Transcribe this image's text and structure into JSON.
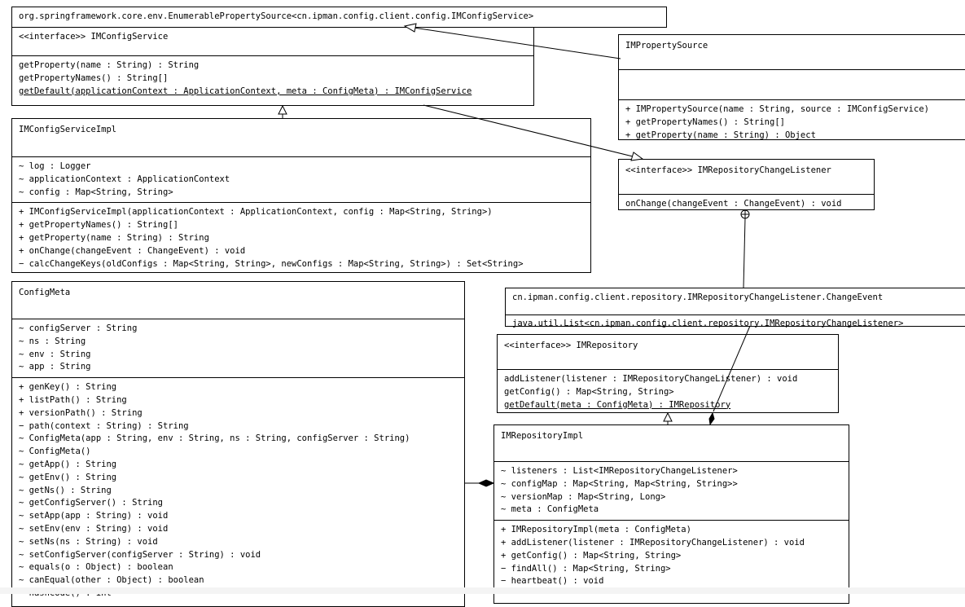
{
  "classes": {
    "enumerable": {
      "title": "org.springframework.core.env.EnumerablePropertySource<cn.ipman.config.client.config.IMConfigService>"
    },
    "imConfigService": {
      "title": "<<interface>> IMConfigService",
      "methods": [
        "getProperty(name : String) : String",
        "getPropertyNames() : String[]",
        "getDefault(applicationContext : ApplicationContext, meta : ConfigMeta) : IMConfigService"
      ]
    },
    "imPropertySource": {
      "title": "IMPropertySource",
      "methods": [
        "+ IMPropertySource(name : String, source : IMConfigService)",
        "+ getPropertyNames() : String[]",
        "+ getProperty(name : String) : Object"
      ]
    },
    "imConfigServiceImpl": {
      "title": "IMConfigServiceImpl",
      "fields": [
        "~ log : Logger",
        "~ applicationContext : ApplicationContext",
        "~ config : Map<String, String>"
      ],
      "methods": [
        "+ IMConfigServiceImpl(applicationContext : ApplicationContext, config : Map<String, String>)",
        "+ getPropertyNames() : String[]",
        "+ getProperty(name : String) : String",
        "+ onChange(changeEvent : ChangeEvent) : void",
        "− calcChangeKeys(oldConfigs : Map<String, String>, newConfigs : Map<String, String>) : Set<String>"
      ]
    },
    "changeListener": {
      "title": "<<interface>> IMRepositoryChangeListener",
      "methods": [
        "onChange(changeEvent : ChangeEvent) : void"
      ]
    },
    "changeEvent": {
      "title": "cn.ipman.config.client.repository.IMRepositoryChangeListener.ChangeEvent",
      "fields": [
        "java.util.List<cn.ipman.config.client.repository.IMRepositoryChangeListener>"
      ]
    },
    "configMeta": {
      "title": "ConfigMeta",
      "fields": [
        "~ configServer : String",
        "~ ns : String",
        "~ env : String",
        "~ app : String"
      ],
      "methods": [
        "+ genKey() : String",
        "+ listPath() : String",
        "+ versionPath() : String",
        "− path(context : String) : String",
        "~ ConfigMeta(app : String, env : String, ns : String, configServer : String)",
        "~ ConfigMeta()",
        "~ getApp() : String",
        "~ getEnv() : String",
        "~ getNs() : String",
        "~ getConfigServer() : String",
        "~ setApp(app : String) : void",
        "~ setEnv(env : String) : void",
        "~ setNs(ns : String) : void",
        "~ setConfigServer(configServer : String) : void",
        "~ equals(o : Object) : boolean",
        "~ canEqual(other : Object) : boolean",
        "~ hashCode() : int"
      ]
    },
    "imRepository": {
      "title": "<<interface>> IMRepository",
      "methods": [
        "addListener(listener : IMRepositoryChangeListener) : void",
        "getConfig() : Map<String, String>",
        "getDefault(meta : ConfigMeta) : IMRepository"
      ]
    },
    "imRepositoryImpl": {
      "title": "IMRepositoryImpl",
      "fields": [
        "~ listeners : List<IMRepositoryChangeListener>",
        "~ configMap : Map<String, Map<String, String>>",
        "~ versionMap : Map<String, Long>",
        "~ meta : ConfigMeta"
      ],
      "methods": [
        "+ IMRepositoryImpl(meta : ConfigMeta)",
        "+ addListener(listener : IMRepositoryChangeListener) : void",
        "+ getConfig() : Map<String, String>",
        "− findAll() : Map<String, String>",
        "− heartbeat() : void"
      ]
    }
  }
}
